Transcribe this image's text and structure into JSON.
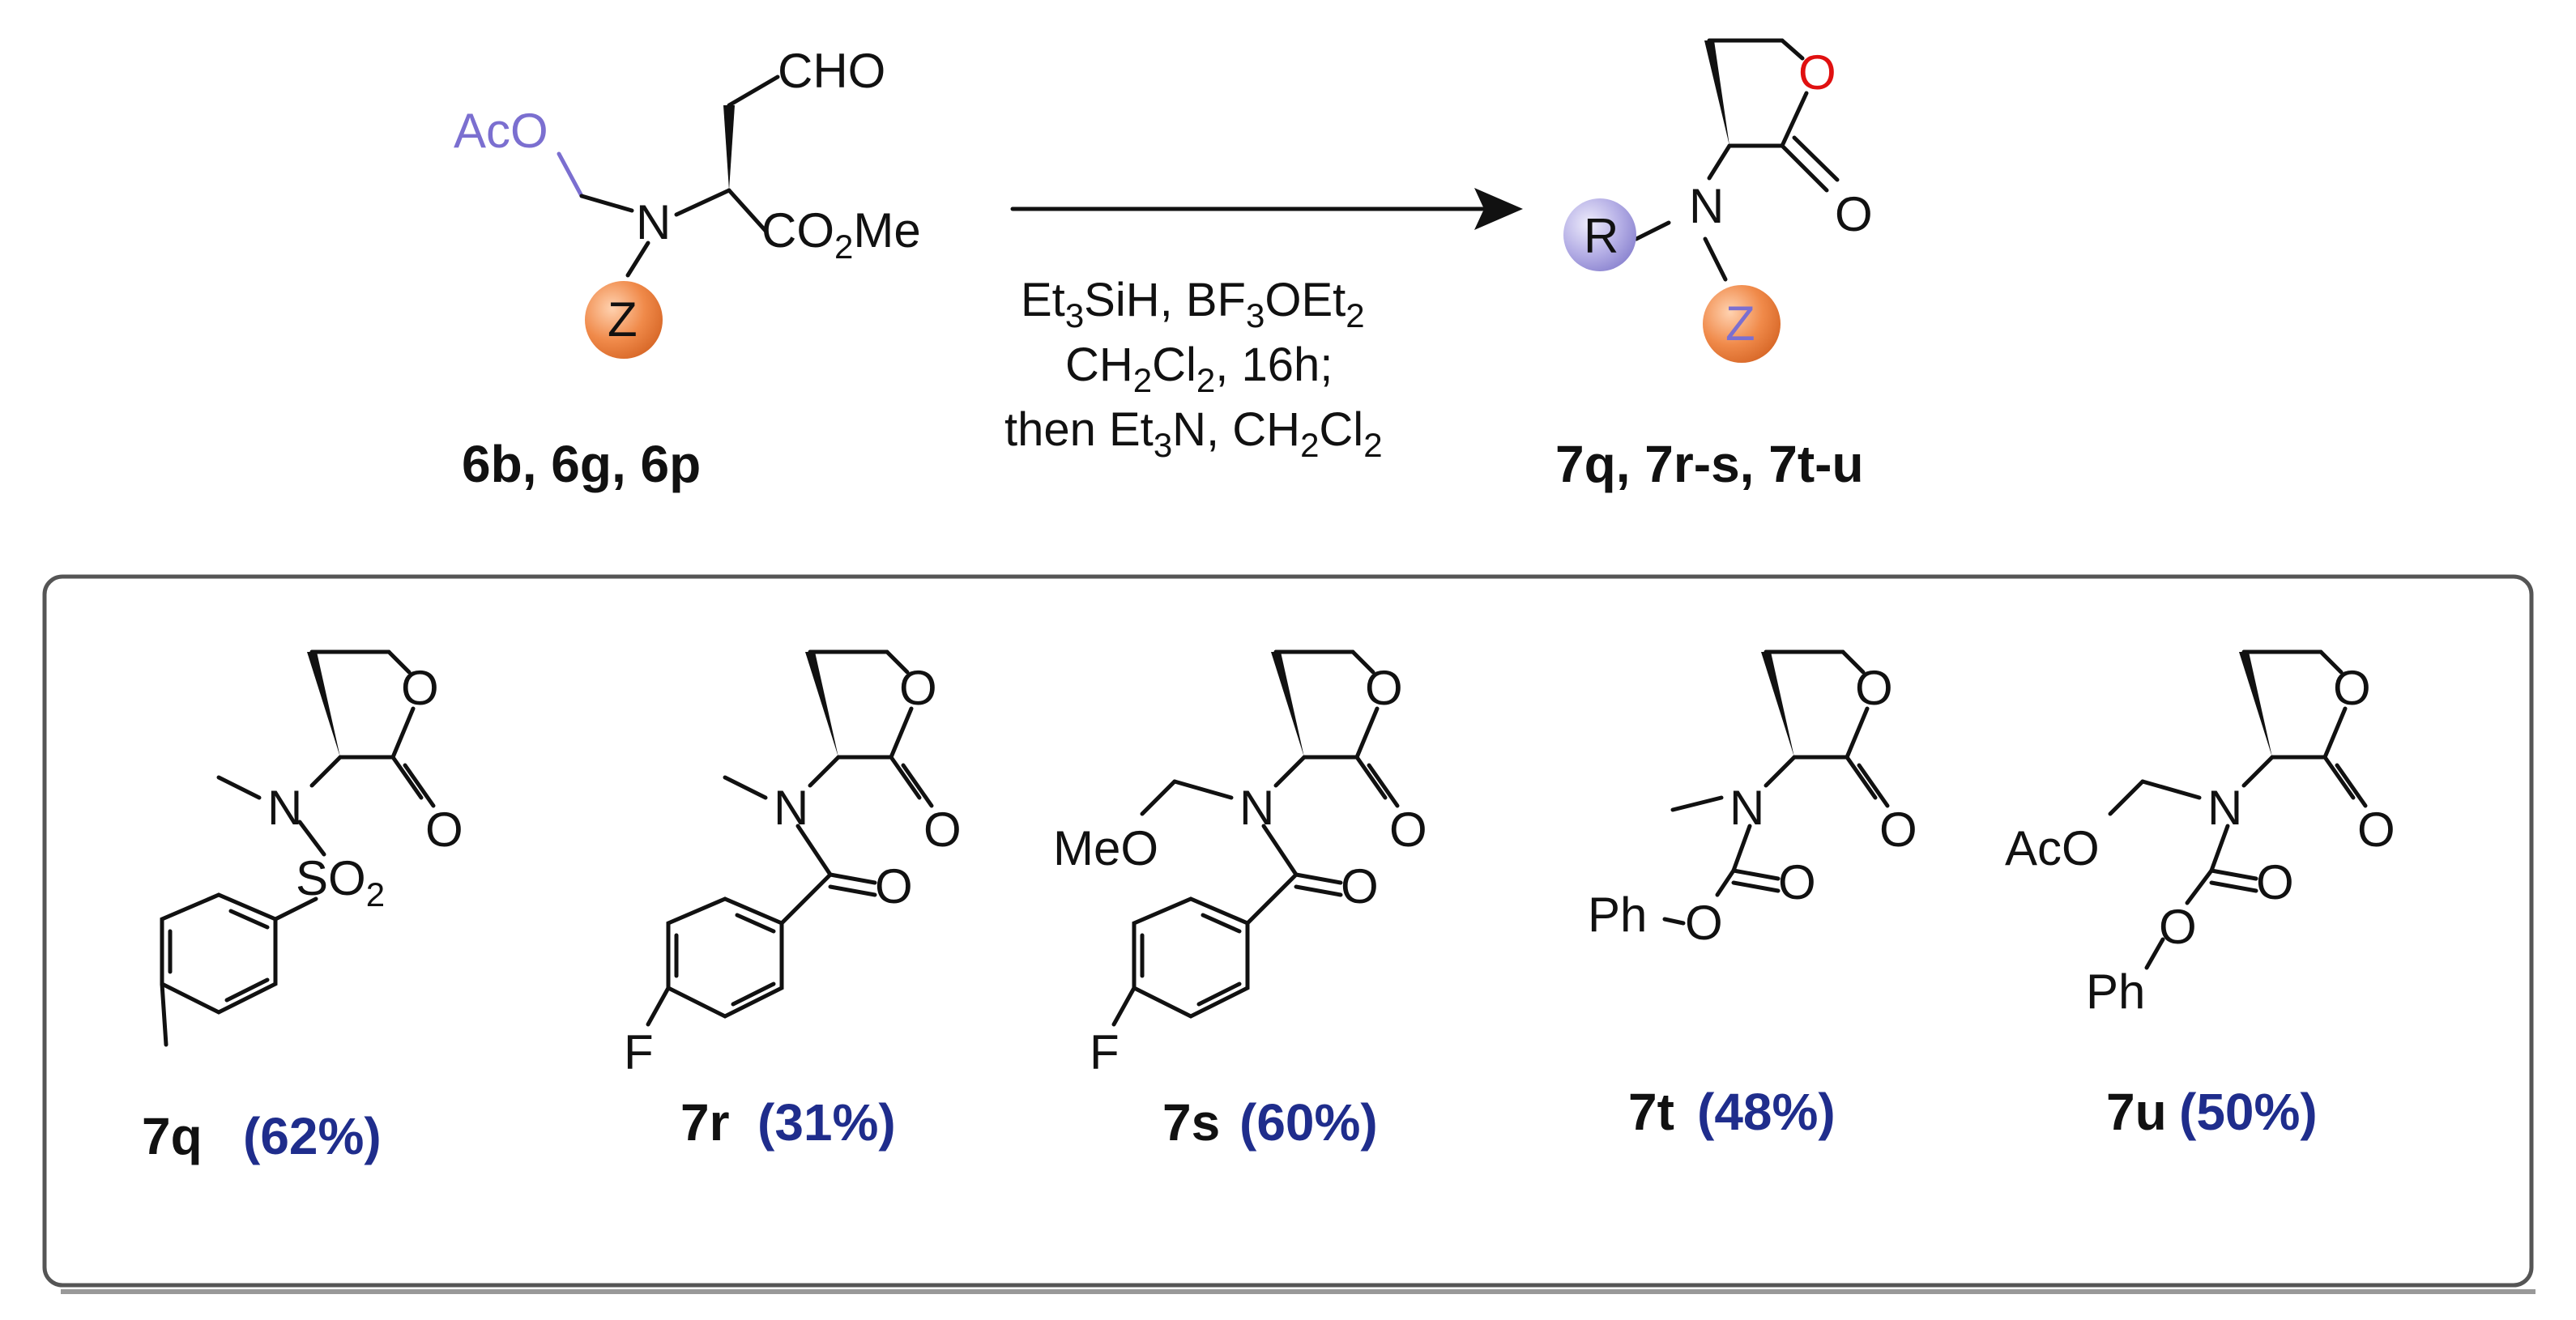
{
  "reactant": {
    "label": "6b, 6g, 6p",
    "groups": {
      "aco": "AcO",
      "n": "N",
      "z": "Z",
      "cho": "CHO",
      "ester_prefix": "CO",
      "ester_sub": "2",
      "ester_suffix": "Me"
    }
  },
  "conditions": {
    "line1": {
      "a": "Et",
      "a_sub": "3",
      "b": "SiH, BF",
      "b_sub": "3",
      "c": "OEt",
      "c_sub": "2"
    },
    "line2": {
      "a": "CH",
      "a_sub": "2",
      "b": "Cl",
      "b_sub": "2",
      "c": ", 16h;"
    },
    "line3": {
      "a": "then Et",
      "a_sub": "3",
      "b": "N, CH",
      "b_sub": "2",
      "c": "Cl",
      "c_sub": "2"
    }
  },
  "product": {
    "label": "7q, 7r-s, 7t-u",
    "groups": {
      "r": "R",
      "n": "N",
      "z": "Z",
      "o_ring": "O",
      "o_carbonyl": "O"
    }
  },
  "examples": [
    {
      "id": "7q",
      "yield": "(62%)",
      "atoms": {
        "n": "N",
        "o_ring": "O",
        "o_carbonyl": "O",
        "so2": "SO",
        "so2_sub": "2"
      }
    },
    {
      "id": "7r",
      "yield": "(31%)",
      "atoms": {
        "n": "N",
        "o_ring": "O",
        "o_carbonyl": "O",
        "o_amide": "O",
        "f": "F"
      }
    },
    {
      "id": "7s",
      "yield": "(60%)",
      "atoms": {
        "n": "N",
        "o_ring": "O",
        "o_carbonyl": "O",
        "o_amide": "O",
        "f": "F",
        "meo": "MeO"
      }
    },
    {
      "id": "7t",
      "yield": "(48%)",
      "atoms": {
        "n": "N",
        "o_ring": "O",
        "o_carbonyl": "O",
        "o_carbamate": "O",
        "o_ester": "O",
        "ph": "Ph"
      }
    },
    {
      "id": "7u",
      "yield": "(50%)",
      "atoms": {
        "n": "N",
        "o_ring": "O",
        "o_carbonyl": "O",
        "o_carbamate": "O",
        "o_ester": "O",
        "ph": "Ph",
        "aco": "AcO"
      }
    }
  ],
  "colors": {
    "reagent_purple": "#7b6fd0",
    "z_orange": "#f08a4a",
    "r_lavender": "#b6b0e6",
    "ring_oxygen_red": "#e01010",
    "yield_blue": "#1f2d8c",
    "frame_gray": "#555555"
  }
}
